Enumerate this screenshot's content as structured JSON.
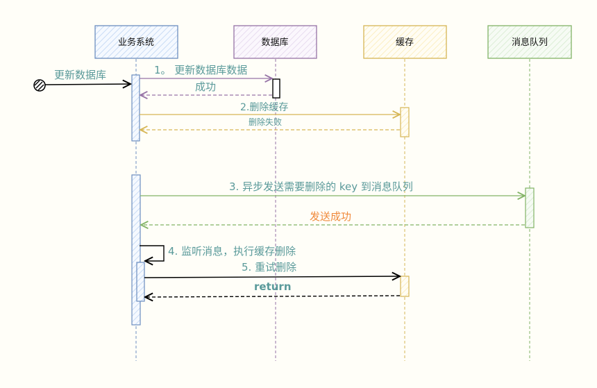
{
  "participants": [
    {
      "label": "业务系统",
      "color": "#6c8ebf"
    },
    {
      "label": "数据库",
      "color": "#9673a6"
    },
    {
      "label": "缓存",
      "color": "#d6b656"
    },
    {
      "label": "消息队列",
      "color": "#82b366"
    }
  ],
  "start_label": "更新数据库",
  "messages": [
    {
      "label": "1。 更新数据库数据"
    },
    {
      "label": "成功"
    },
    {
      "label": "2.删除缓存"
    },
    {
      "label": "删除失败"
    },
    {
      "label": "3. 异步发送需要删除的 key 到消息队列"
    },
    {
      "label": "发送成功"
    },
    {
      "label": "4. 监听消息，执行缓存删除"
    },
    {
      "label": "5. 重试删除"
    },
    {
      "label": "return"
    }
  ],
  "colors": {
    "label_teal": "#5a9a9a",
    "label_orange": "#f08a3c",
    "black": "#000000",
    "hatch_blue": "#dae8fc",
    "hatch_purple": "#e1d5e7",
    "hatch_yellow": "#fff2cc",
    "hatch_green": "#d5e8d4"
  }
}
